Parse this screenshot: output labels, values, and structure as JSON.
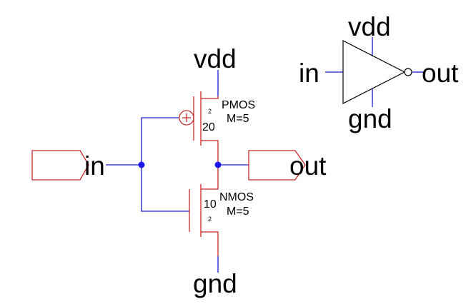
{
  "schematic": {
    "pmos_vdd_label": "vdd",
    "nmos_gnd_label": "gnd",
    "in_pin_label": "in",
    "out_pin_label": "out",
    "pmos": {
      "type": "PMOS",
      "mult": "M=5",
      "width": "20",
      "length": "2"
    },
    "nmos": {
      "type": "NMOS",
      "mult": "M=5",
      "width": "10",
      "length": "2"
    }
  },
  "symbol": {
    "vdd_label": "vdd",
    "gnd_label": "gnd",
    "in_label": "in",
    "out_label": "out"
  },
  "colors": {
    "wire": "#1a1acc",
    "device": "#c8282a",
    "junction": "#1a1aee"
  }
}
